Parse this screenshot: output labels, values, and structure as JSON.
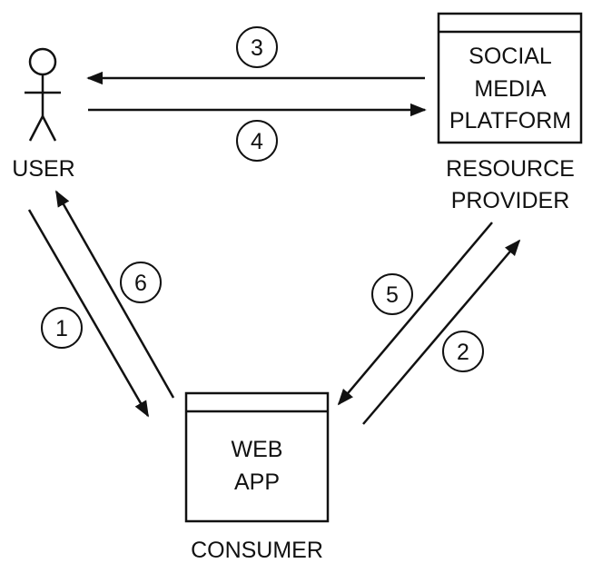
{
  "nodes": {
    "user": {
      "label": "USER"
    },
    "social_box": {
      "lines": [
        "SOCIAL",
        "MEDIA",
        "PLATFORM"
      ]
    },
    "resource_provider": {
      "lines": [
        "RESOURCE",
        "PROVIDER"
      ]
    },
    "webapp_box": {
      "lines": [
        "WEB",
        "APP"
      ]
    },
    "consumer": {
      "label": "CONSUMER"
    }
  },
  "steps": {
    "s1": "1",
    "s2": "2",
    "s3": "3",
    "s4": "4",
    "s5": "5",
    "s6": "6"
  },
  "colors": {
    "stroke": "#111111",
    "background": "#ffffff"
  }
}
